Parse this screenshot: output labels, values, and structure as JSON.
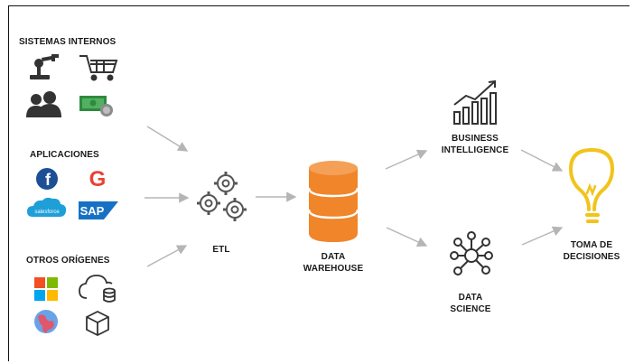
{
  "sources": {
    "internal": {
      "title": "SISTEMAS INTERNOS",
      "icons": [
        "robot-arm-icon",
        "shopping-cart-icon",
        "users-icon",
        "money-icon"
      ]
    },
    "apps": {
      "title": "APLICACIONES",
      "icons": [
        "facebook-icon",
        "google-icon",
        "salesforce-icon",
        "sap-icon"
      ]
    },
    "others": {
      "title": "OTROS ORÍGENES",
      "icons": [
        "microsoft-icon",
        "cloud-database-icon",
        "globe-icon",
        "box-icon"
      ]
    }
  },
  "brand_text": {
    "salesforce": "salesforce",
    "sap": "SAP",
    "google": "G",
    "facebook": "f"
  },
  "etl": {
    "label": "ETL"
  },
  "warehouse": {
    "line1": "DATA",
    "line2": "WAREHOUSE"
  },
  "bi": {
    "line1": "BUSINESS",
    "line2": "INTELLIGENCE"
  },
  "ds": {
    "line1": "DATA",
    "line2": "SCIENCE"
  },
  "decision": {
    "line1": "TOMA DE",
    "line2": "DECISIONES"
  },
  "colors": {
    "database": "#f0852a",
    "bulb": "#f2c31a",
    "facebook": "#1d4f95",
    "salesforce": "#1e9fd8",
    "sap": "#1671c4",
    "arrow": "#b5b5b5",
    "icon": "#333333"
  }
}
